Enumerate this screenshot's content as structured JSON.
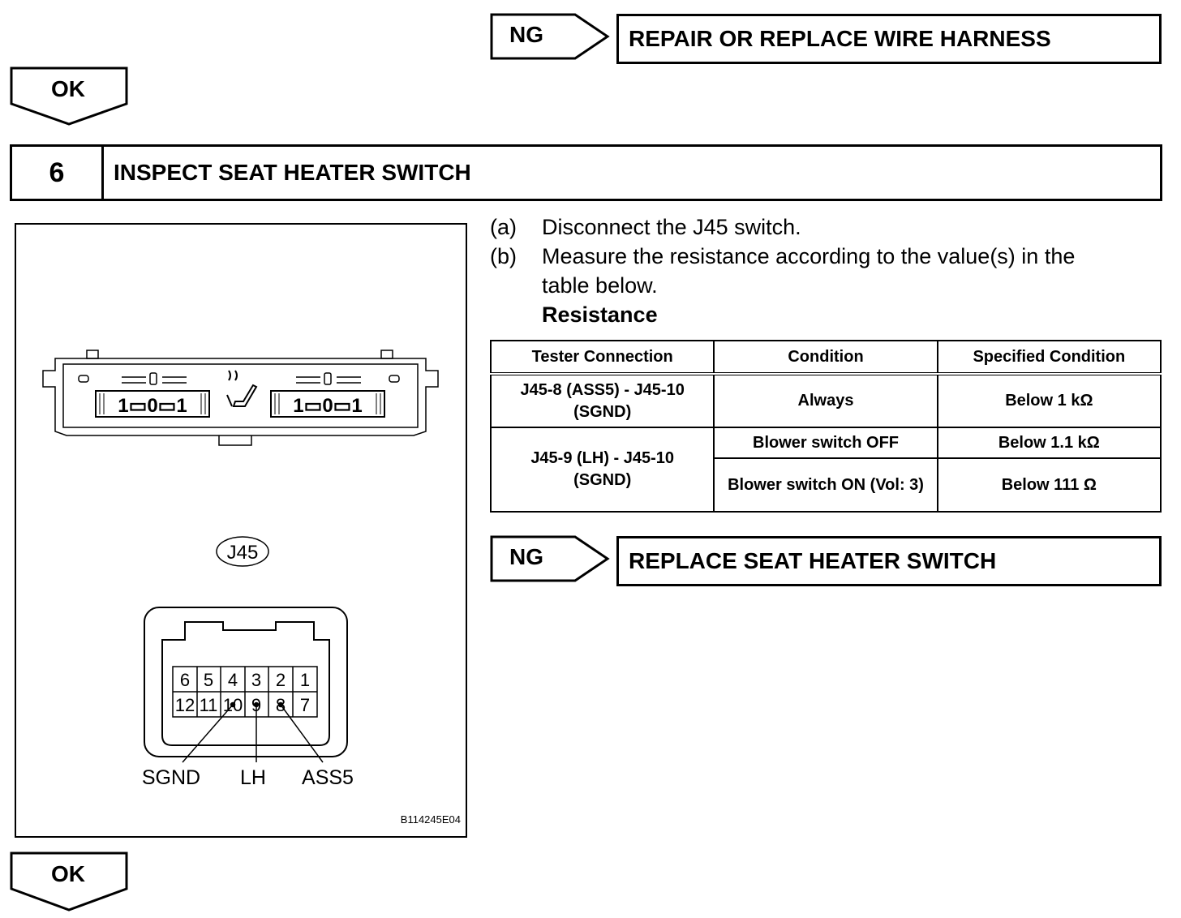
{
  "top_ng": {
    "label": "NG",
    "result": "REPAIR OR REPLACE WIRE HARNESS"
  },
  "ok_top": {
    "label": "OK"
  },
  "step": {
    "number": "6",
    "title": "INSPECT SEAT HEATER SWITCH"
  },
  "figure": {
    "switch_left_markings": "1▭0▭1",
    "switch_right_markings": "1▭0▭1",
    "connector_id": "J45",
    "pins_top": [
      "6",
      "5",
      "4",
      "3",
      "2",
      "1"
    ],
    "pins_bottom": [
      "12",
      "11",
      "10",
      "9",
      "8",
      "7"
    ],
    "pin_labels": [
      "SGND",
      "LH",
      "ASS5"
    ],
    "figure_code": "B114245E04"
  },
  "instructions": [
    {
      "marker": "(a)",
      "lines": [
        "Disconnect the J45 switch."
      ]
    },
    {
      "marker": "(b)",
      "lines": [
        "Measure the resistance according to the value(s) in the",
        "table below."
      ]
    }
  ],
  "resistance_title": "Resistance",
  "table": {
    "headers": [
      "Tester Connection",
      "Condition",
      "Specified Condition"
    ],
    "rows": [
      {
        "connection": "J45-8 (ASS5) - J45-10 (SGND)",
        "condition": "Always",
        "specified": "Below 1 kΩ"
      },
      {
        "connection": "J45-9 (LH) - J45-10 (SGND)",
        "condition": "Blower switch OFF",
        "specified": "Below 1.1 kΩ"
      },
      {
        "connection": "",
        "condition": "Blower switch ON (Vol: 3)",
        "specified": "Below 111 Ω"
      }
    ]
  },
  "bottom_ng": {
    "label": "NG",
    "result": "REPLACE SEAT HEATER SWITCH"
  },
  "ok_bottom": {
    "label": "OK"
  }
}
